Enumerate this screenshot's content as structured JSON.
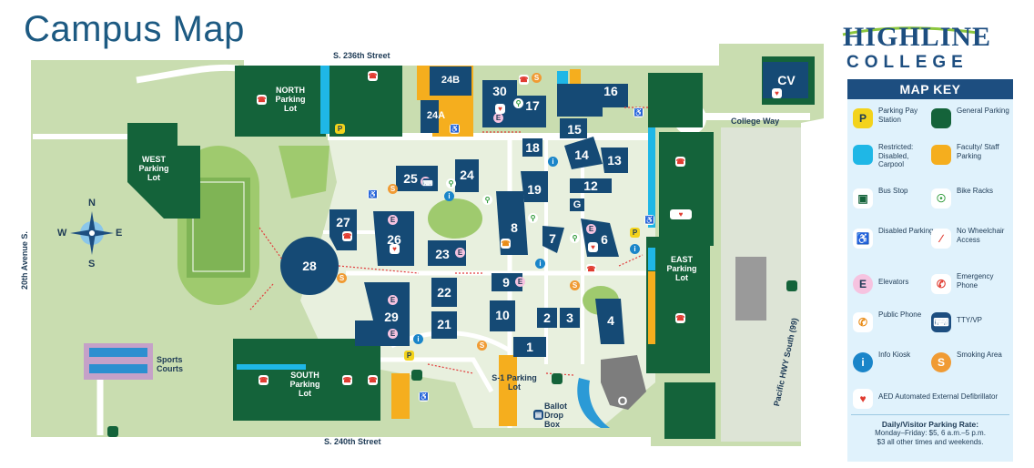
{
  "title": "Campus Map",
  "logo": {
    "line1": "HIGHLINE",
    "line2": "COLLEGE"
  },
  "streets": {
    "north": "S. 236th Street",
    "south": "S. 240th Street",
    "west": "20th Avenue S.",
    "east": "Pacific HWY South (99)",
    "college_way": "College Way"
  },
  "compass": {
    "n": "N",
    "s": "S",
    "e": "E",
    "w": "W"
  },
  "lots": {
    "north": "NORTH Parking Lot",
    "west": "WEST Parking Lot",
    "south": "SOUTH Parking Lot",
    "east": "EAST Parking Lot",
    "s1": "S-1 Parking Lot",
    "sports": "Sports Courts",
    "ballot": "Ballot Drop Box"
  },
  "buildings": [
    "CV",
    "24B",
    "24A",
    "30",
    "17",
    "16",
    "15",
    "18",
    "14",
    "13",
    "25",
    "24",
    "19",
    "12",
    "G",
    "27",
    "8",
    "26",
    "23",
    "7",
    "6",
    "28",
    "9",
    "22",
    "29",
    "10",
    "2",
    "3",
    "4",
    "21",
    "1",
    "O"
  ],
  "colors": {
    "grass": "#c9ddb0",
    "lawn": "#9fca6e",
    "lot": "#14633a",
    "building": "#154a75",
    "path": "#ffffff",
    "faculty": "#f5ae1e",
    "restricted": "#1fb7e6",
    "title": "#1d5a82"
  },
  "key": {
    "title": "MAP KEY",
    "items": [
      {
        "icon": "parking-pay-icon",
        "glyph": "P",
        "label": "Parking Pay Station"
      },
      {
        "icon": "general-parking-icon",
        "glyph": "",
        "label": "General Parking"
      },
      {
        "icon": "restricted-parking-icon",
        "glyph": "",
        "label": "Restricted: Disabled, Carpool"
      },
      {
        "icon": "faculty-parking-icon",
        "glyph": "",
        "label": "Faculty/ Staff Parking"
      },
      {
        "icon": "bus-stop-icon",
        "glyph": "▣",
        "label": "Bus Stop"
      },
      {
        "icon": "bike-rack-icon",
        "glyph": "☉",
        "label": "Bike Racks"
      },
      {
        "icon": "disabled-parking-icon",
        "glyph": "♿",
        "label": "Disabled Parking"
      },
      {
        "icon": "no-wheelchair-icon",
        "glyph": "∕",
        "label": "No Wheelchair Access"
      },
      {
        "icon": "elevator-icon",
        "glyph": "E",
        "label": "Elevators"
      },
      {
        "icon": "emergency-phone-icon",
        "glyph": "✆",
        "label": "Emergency Phone"
      },
      {
        "icon": "public-phone-icon",
        "glyph": "✆",
        "label": "Public Phone"
      },
      {
        "icon": "tty-icon",
        "glyph": "⌨",
        "label": "TTY/VP"
      },
      {
        "icon": "info-kiosk-icon",
        "glyph": "i",
        "label": "Info Kiosk"
      },
      {
        "icon": "smoking-area-icon",
        "glyph": "S",
        "label": "Smoking Area"
      },
      {
        "icon": "aed-icon",
        "glyph": "♥",
        "label": "AED Automated External Defibrillator"
      }
    ],
    "rate_title": "Daily/Visitor Parking Rate:",
    "rate_line1": "Monday–Friday: $5, 6 a.m.–5 p.m.",
    "rate_line2": "$3 all other times and weekends."
  }
}
